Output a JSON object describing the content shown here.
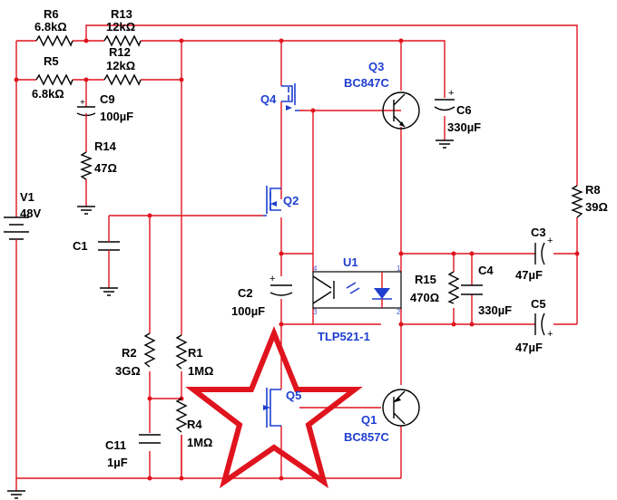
{
  "components": {
    "R6": {
      "ref": "R6",
      "value": "6.8kΩ"
    },
    "R13": {
      "ref": "R13",
      "value": "12kΩ"
    },
    "R5": {
      "ref": "R5",
      "value": "6.8kΩ"
    },
    "R12": {
      "ref": "R12",
      "value": "12kΩ"
    },
    "C9": {
      "ref": "C9",
      "value": "100µF"
    },
    "R14": {
      "ref": "R14",
      "value": "47Ω"
    },
    "V1": {
      "ref": "V1",
      "value": "48V"
    },
    "C1": {
      "ref": "C1",
      "value": ""
    },
    "Q4": {
      "ref": "Q4",
      "value": ""
    },
    "Q2": {
      "ref": "Q2",
      "value": ""
    },
    "Q3": {
      "ref": "Q3",
      "value": "BC847C"
    },
    "C6": {
      "ref": "C6",
      "value": "330µF"
    },
    "R8": {
      "ref": "R8",
      "value": "39Ω"
    },
    "C3": {
      "ref": "C3",
      "value": "47µF"
    },
    "C5": {
      "ref": "C5",
      "value": "47µF"
    },
    "U1": {
      "ref": "U1",
      "value": "TLP521-1"
    },
    "R15": {
      "ref": "R15",
      "value": "470Ω"
    },
    "C4": {
      "ref": "C4",
      "value": "330µF"
    },
    "C2": {
      "ref": "C2",
      "value": "100µF"
    },
    "R2": {
      "ref": "R2",
      "value": "3GΩ"
    },
    "R1": {
      "ref": "R1",
      "value": "1MΩ"
    },
    "R4": {
      "ref": "R4",
      "value": "1MΩ"
    },
    "C11": {
      "ref": "C11",
      "value": "1µF"
    },
    "Q5": {
      "ref": "Q5",
      "value": ""
    },
    "Q1": {
      "ref": "Q1",
      "value": "BC857C"
    }
  },
  "pins": [
    "1",
    "2",
    "3",
    "4"
  ],
  "colors": {
    "wire": "#e0141e",
    "component": "#000000",
    "transistor": "#1f3fcf",
    "annotation_star": "#e0141e"
  }
}
